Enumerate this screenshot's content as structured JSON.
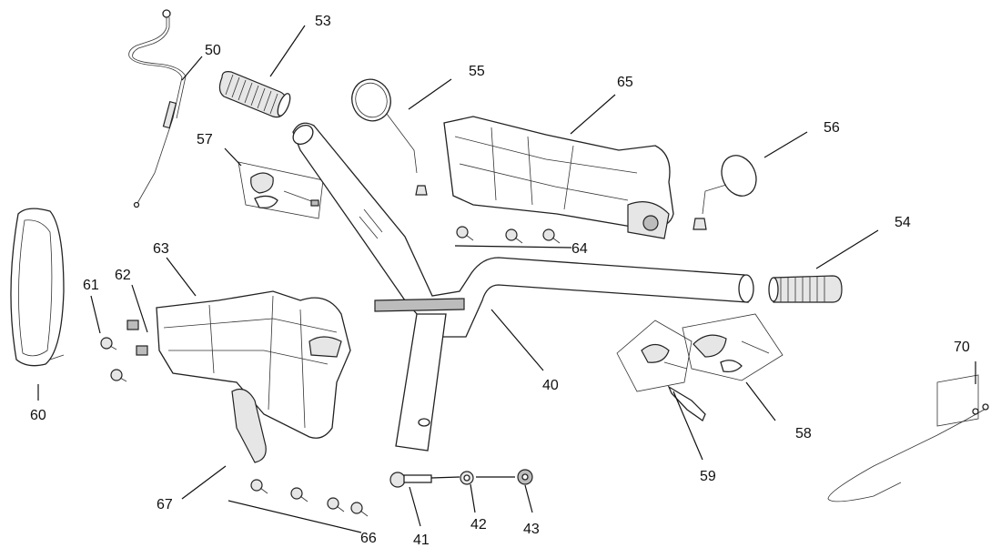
{
  "callouts": [
    {
      "id": "40",
      "text": "40"
    },
    {
      "id": "41",
      "text": "41"
    },
    {
      "id": "42",
      "text": "42"
    },
    {
      "id": "43",
      "text": "43"
    },
    {
      "id": "50",
      "text": "50"
    },
    {
      "id": "53",
      "text": "53"
    },
    {
      "id": "54",
      "text": "54"
    },
    {
      "id": "55",
      "text": "55"
    },
    {
      "id": "56",
      "text": "56"
    },
    {
      "id": "57",
      "text": "57"
    },
    {
      "id": "58",
      "text": "58"
    },
    {
      "id": "59",
      "text": "59"
    },
    {
      "id": "60",
      "text": "60"
    },
    {
      "id": "61",
      "text": "61"
    },
    {
      "id": "62",
      "text": "62"
    },
    {
      "id": "63",
      "text": "63"
    },
    {
      "id": "64",
      "text": "64"
    },
    {
      "id": "65",
      "text": "65"
    },
    {
      "id": "66",
      "text": "66"
    },
    {
      "id": "67",
      "text": "67"
    },
    {
      "id": "70",
      "text": "70"
    }
  ]
}
